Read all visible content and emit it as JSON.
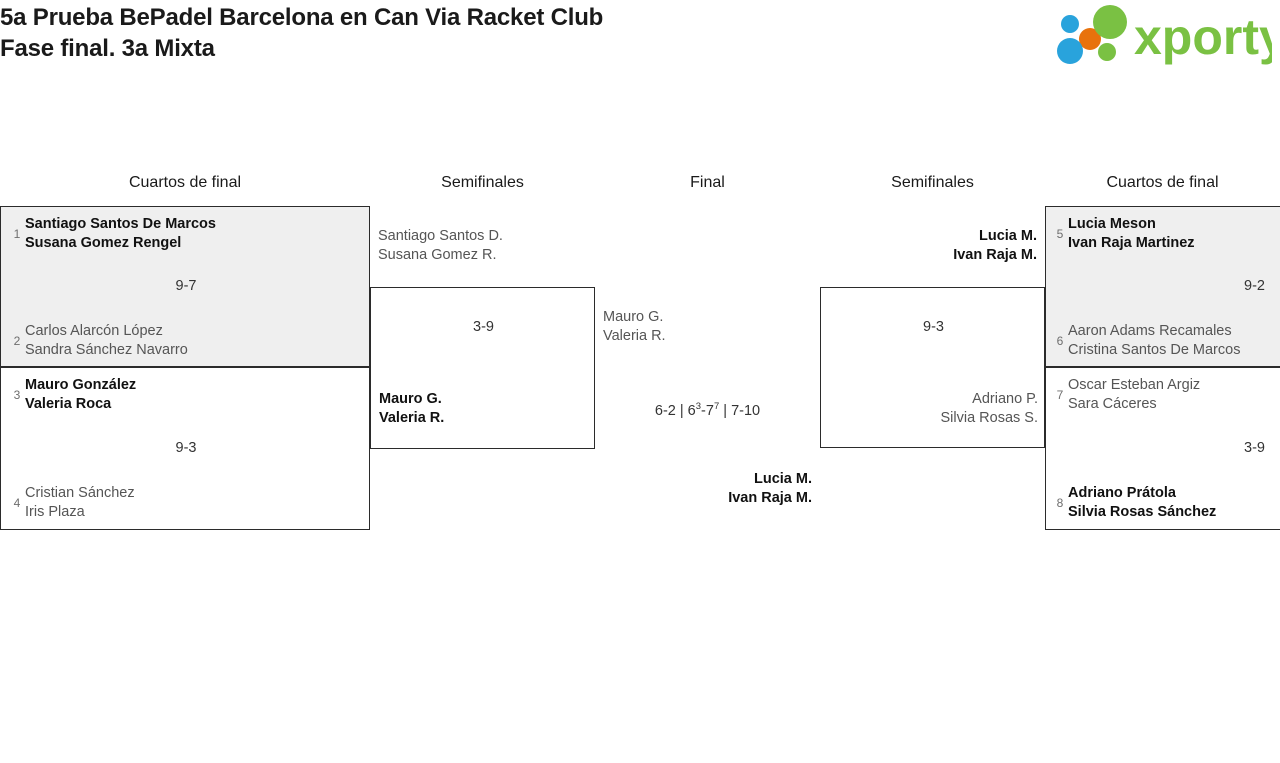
{
  "header": {
    "title": "5a Prueba BePadel Barcelona en Can Via Racket Club\nFase final. 3a Mixta",
    "logo_text": "xporty",
    "logo_colors": {
      "green": "#7ac143",
      "blue": "#29a3dc",
      "orange": "#e8720c"
    }
  },
  "columns": {
    "qf_left": "Cuartos de final",
    "sf_left": "Semifinales",
    "final": "Final",
    "sf_right": "Semifinales",
    "qf_right": "Cuartos de final"
  },
  "bracket": {
    "qf_left": [
      {
        "score": "9-7",
        "top": {
          "seed": "1",
          "names": "Santiago Santos De Marcos\nSusana Gomez Rengel",
          "result": "winner"
        },
        "bottom": {
          "seed": "2",
          "names": "Carlos Alarcón López\nSandra Sánchez Navarro",
          "result": "loser"
        }
      },
      {
        "score": "9-3",
        "top": {
          "seed": "3",
          "names": "Mauro González\nValeria Roca",
          "result": "winner"
        },
        "bottom": {
          "seed": "4",
          "names": "Cristian Sánchez\nIris Plaza",
          "result": "loser"
        }
      }
    ],
    "qf_right": [
      {
        "score": "9-2",
        "top": {
          "seed": "5",
          "names": "Lucia Meson\nIvan Raja Martinez",
          "result": "winner"
        },
        "bottom": {
          "seed": "6",
          "names": "Aaron Adams Recamales\nCristina Santos De Marcos",
          "result": "loser"
        }
      },
      {
        "score": "3-9",
        "top": {
          "seed": "7",
          "names": "Oscar Esteban Argiz\nSara Cáceres",
          "result": "loser"
        },
        "bottom": {
          "seed": "8",
          "names": "Adriano Prátola\nSilvia Rosas Sánchez",
          "result": "winner"
        }
      }
    ],
    "sf_left": {
      "score": "3-9",
      "top": {
        "names": "Santiago Santos D.\nSusana Gomez R.",
        "result": "loser"
      },
      "bottom": {
        "names": "Mauro G.\nValeria R.",
        "result": "winner"
      }
    },
    "sf_right": {
      "score": "9-3",
      "top": {
        "names": "Lucia M.\nIvan Raja M.",
        "result": "winner"
      },
      "bottom": {
        "names": "Adriano P.\nSilvia Rosas S.",
        "result": "loser"
      }
    },
    "final": {
      "score_sets": [
        {
          "games": "6-2",
          "tb_left": "",
          "tb_right": ""
        },
        {
          "games": "6-7",
          "tb_left": "3",
          "tb_right": "7"
        },
        {
          "games": "7-10",
          "tb_left": "",
          "tb_right": ""
        }
      ],
      "score_plain": "6-2 | 63-77 | 7-10",
      "top": {
        "names": "Mauro G.\nValeria R.",
        "result": "loser"
      },
      "bottom": {
        "names": "Lucia M.\nIvan Raja M.",
        "result": "winner"
      }
    }
  }
}
